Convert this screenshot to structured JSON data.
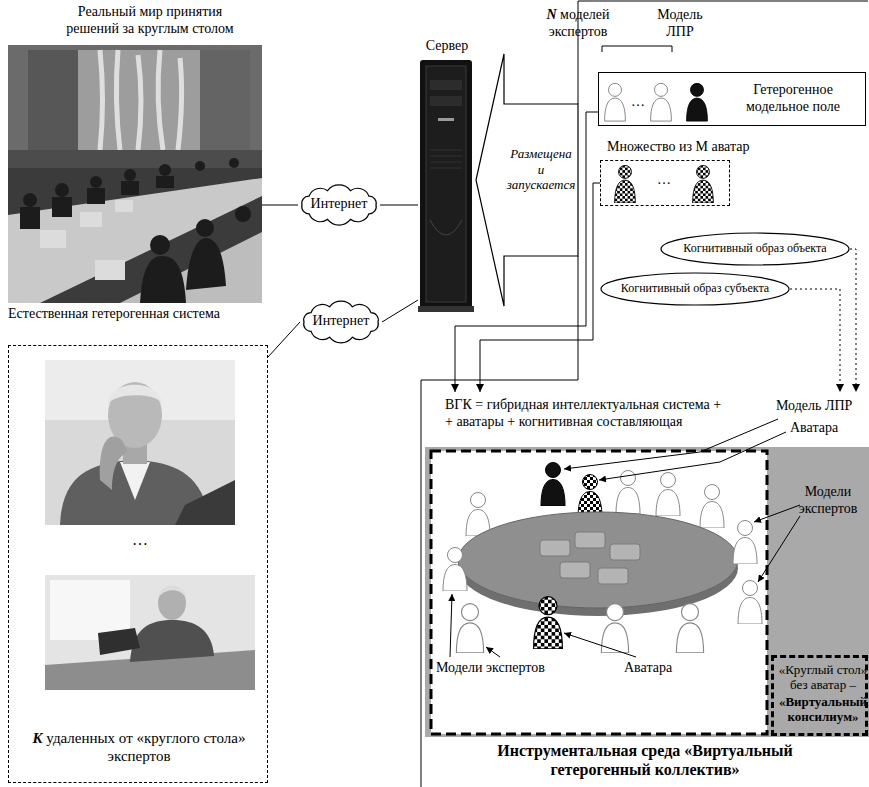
{
  "diagram": {
    "nodes": [
      {
        "text": [
          "Реальный мир принятия решений за круглым столом",
          "Естественная гетерогенная система"
        ]
      },
      {
        "text": [
          "Интернет"
        ]
      },
      {
        "text": [
          "Сервер"
        ]
      },
      {
        "text": [
          "Размещена и запускается"
        ]
      },
      {
        "text": [
          "N моделей экспертов",
          "Модель ЛПР",
          "Гетерогенное модельное поле"
        ]
      },
      {
        "text": [
          "Множество из M аватар"
        ]
      },
      {
        "text": [
          "Когнитивный образ объекта"
        ]
      },
      {
        "text": [
          "Когнитивный образ субъекта"
        ]
      },
      {
        "text": [
          "Интернет"
        ]
      },
      {
        "text": [
          "K удаленных от «круглого стола» экспертов"
        ]
      },
      {
        "text": [
          "ВГК = гибридная интеллектуальная система + + аватары + когнитивная составляющая",
          "Инструментальная среда «Виртуальный гетерогенный коллектив»"
        ]
      },
      {
        "text": [
          "«Круглый стол» без аватар –",
          "«Виртуальный консилиум»"
        ],
        "in": 10
      }
    ],
    "edges": [
      {
        "from": 0,
        "to": 1,
        "arrow": "none"
      },
      {
        "from": 1,
        "to": 2,
        "arrow": "none"
      },
      {
        "from": 9,
        "to": 8,
        "arrow": "none"
      },
      {
        "from": 8,
        "to": 2,
        "arrow": "none"
      },
      {
        "from": 4,
        "to": 10,
        "arrow": "to"
      },
      {
        "from": 5,
        "to": 10,
        "arrow": "to"
      },
      {
        "from": 6,
        "to": 10,
        "arrow": "to"
      },
      {
        "from": 7,
        "to": 10,
        "arrow": "to"
      }
    ],
    "labels": [
      "…",
      "…",
      "…",
      "Модель ЛПР",
      "Аватара",
      "Модели экспертов",
      "Модели экспертов",
      "Аватара"
    ]
  }
}
